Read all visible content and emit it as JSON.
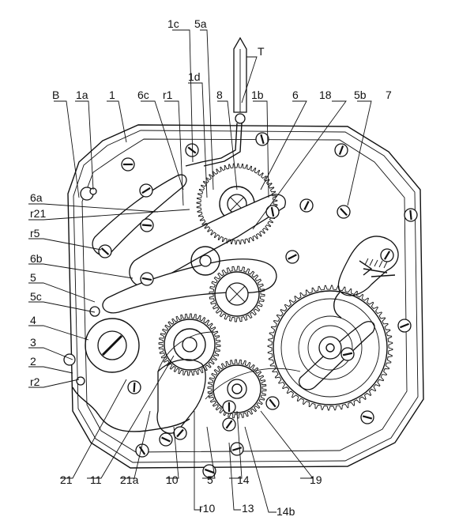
{
  "figure": {
    "labels": {
      "T": "T",
      "B": "B",
      "1": "1",
      "1a": "1a",
      "1b": "1b",
      "1c": "1c",
      "1d": "1d",
      "2": "2",
      "3": "3",
      "4": "4",
      "5": "5",
      "5a": "5a",
      "5b": "5b",
      "5c": "5c",
      "6": "6",
      "6a": "6a",
      "6b": "6b",
      "6c": "6c",
      "7": "7",
      "8": "8",
      "10": "10",
      "11": "11",
      "13": "13",
      "14": "14",
      "14b": "14b",
      "18": "18",
      "19": "19",
      "21": "21",
      "21a": "21a",
      "r1": "r1",
      "r2": "r2",
      "r5": "r5",
      "r10": "r10",
      "r21": "r21",
      "5_bottom": "5"
    }
  }
}
